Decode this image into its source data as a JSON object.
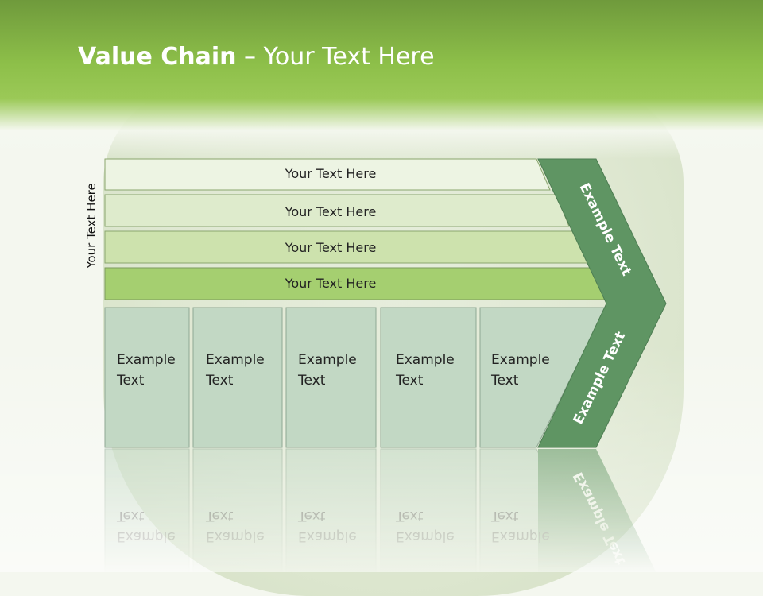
{
  "title": {
    "bold": "Value Chain",
    "rest": " – Your Text Here"
  },
  "side_label": "Your Text Here",
  "bars": [
    "Your Text Here",
    "Your Text Here",
    "Your Text Here",
    "Your Text Here"
  ],
  "boxes": [
    [
      "Example",
      "Text"
    ],
    [
      "Example",
      "Text"
    ],
    [
      "Example",
      "Text"
    ],
    [
      "Example",
      "Text"
    ],
    [
      "Example",
      "Text"
    ]
  ],
  "arrow_labels": [
    "Example Text",
    "Example Text"
  ],
  "colors": {
    "header": "#8dbf49",
    "arrow": "#5f9563",
    "box": "#c2d8c4",
    "bar_shades": [
      "#edf4e3",
      "#deebcc",
      "#cde2ad",
      "#a5cf70"
    ]
  }
}
